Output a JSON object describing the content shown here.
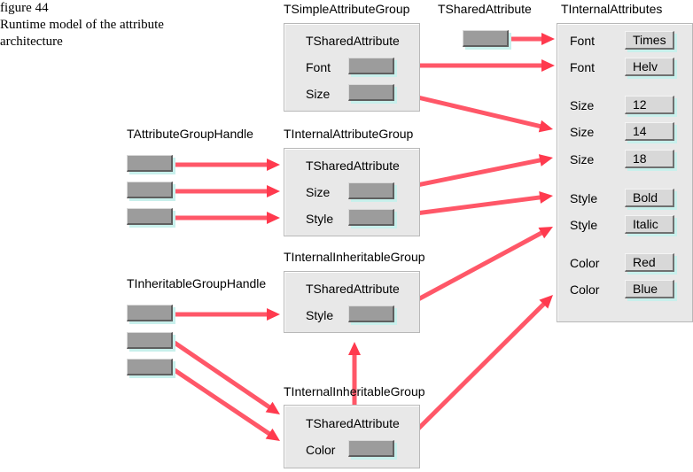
{
  "caption": {
    "figure": "figure 44",
    "line1": "Runtime model of the attribute",
    "line2": "architecture"
  },
  "titles": {
    "simple_group": "TSimpleAttributeGroup",
    "shared_attribute": "TSharedAttribute",
    "internal_attributes": "TInternalAttributes",
    "attribute_group_handle": "TAttributeGroupHandle",
    "internal_attribute_group": "TInternalAttributeGroup",
    "internal_inheritable_group_1": "TInternalInheritableGroup",
    "inheritable_group_handle": "TInheritableGroupHandle",
    "internal_inheritable_group_2": "TInternalInheritableGroup"
  },
  "simple_group": {
    "header": "TSharedAttribute",
    "font": "Font",
    "size": "Size"
  },
  "internal_group": {
    "header": "TSharedAttribute",
    "size": "Size",
    "style": "Style"
  },
  "inheritable_group_1": {
    "header": "TSharedAttribute",
    "style": "Style"
  },
  "inheritable_group_2": {
    "header": "TSharedAttribute",
    "color": "Color"
  },
  "attributes": [
    {
      "name": "Font",
      "value": "Times"
    },
    {
      "name": "Font",
      "value": "Helv"
    },
    {
      "name": "Size",
      "value": "12"
    },
    {
      "name": "Size",
      "value": "14"
    },
    {
      "name": "Size",
      "value": "18"
    },
    {
      "name": "Style",
      "value": "Bold"
    },
    {
      "name": "Style",
      "value": "Italic"
    },
    {
      "name": "Color",
      "value": "Red"
    },
    {
      "name": "Color",
      "value": "Blue"
    }
  ],
  "colors": {
    "arrow": "#ff3a4e",
    "slot": "#9c9c9c",
    "box": "#e8e8e8",
    "shadow": "#c8f0ec"
  }
}
